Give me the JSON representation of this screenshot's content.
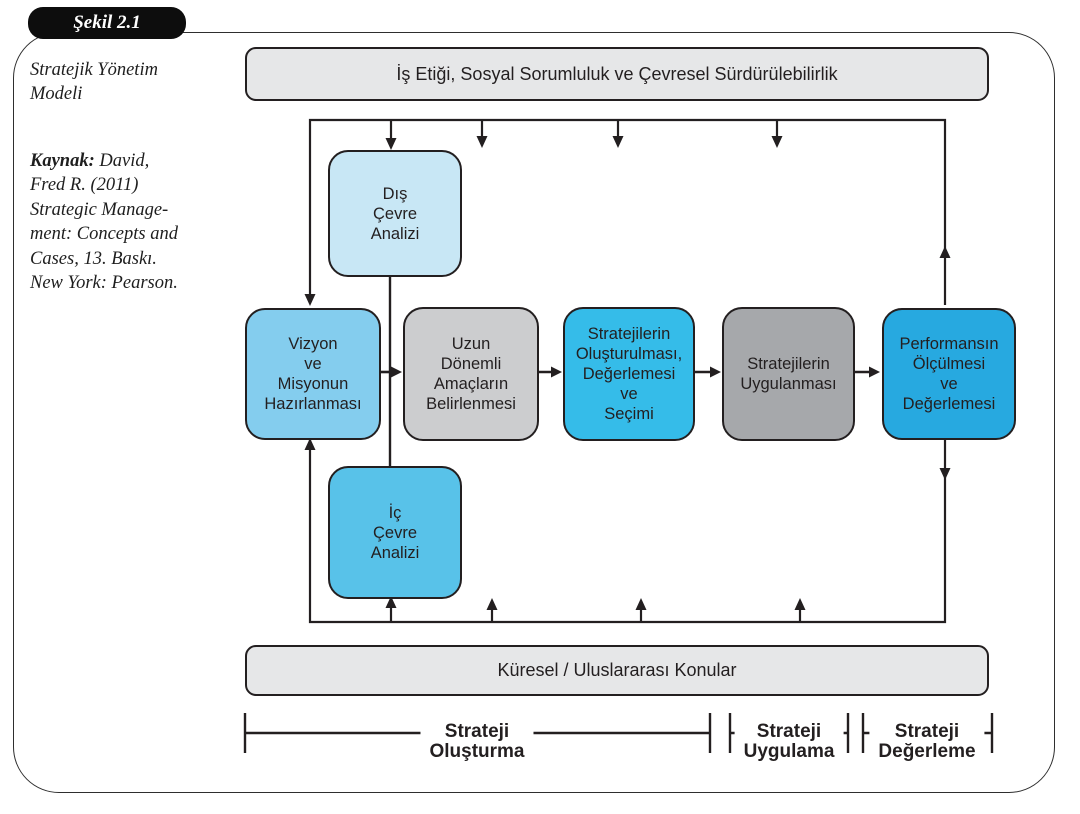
{
  "figure": {
    "badge": "Şekil 2.1",
    "caption_title": "Stratejik Yönetim\nModeli",
    "source_label": "Kaynak:",
    "source_text": "David,\nFred R. (2011)\nStrategic Manage-\nment: Concepts and\nCases, 13. Baskı.\nNew York: Pearson."
  },
  "diagram": {
    "top_bar": "İş Etiği, Sosyal Sorumluluk ve Çevresel Sürdürülebilirlik",
    "bottom_bar": "Küresel / Uluslararası Konular",
    "nodes": {
      "dis_cevre": "Dış\nÇevre\nAnalizi",
      "vizyon": "Vizyon\nve\nMisyonun\nHazırlanması",
      "uzun_donemli": "Uzun\nDönemli\nAmaçların\nBelirlenmesi",
      "olusturma": "Stratejilerin\nOluşturulması,\nDeğerlemesi\nve\nSeçimi",
      "uygulama": "Stratejilerin\nUygulanması",
      "performans": "Performansın\nÖlçülmesi\nve\nDeğerlemesi",
      "ic_cevre": "İç\nÇevre\nAnalizi"
    },
    "stages": [
      {
        "line1": "Strateji",
        "line2": "Oluşturma"
      },
      {
        "line1": "Strateji",
        "line2": "Uygulama"
      },
      {
        "line1": "Strateji",
        "line2": "Değerleme"
      }
    ],
    "colors": {
      "pale_blue": "#c8e7f5",
      "light_blue": "#84cdee",
      "medium_blue": "#58c2e9",
      "bright_blue": "#35bce9",
      "strong_blue": "#27a9e0",
      "light_gray": "#cccdcf",
      "dark_gray": "#a6a8ab",
      "bar_gray": "#e6e7e8",
      "line": "#231f20"
    }
  }
}
